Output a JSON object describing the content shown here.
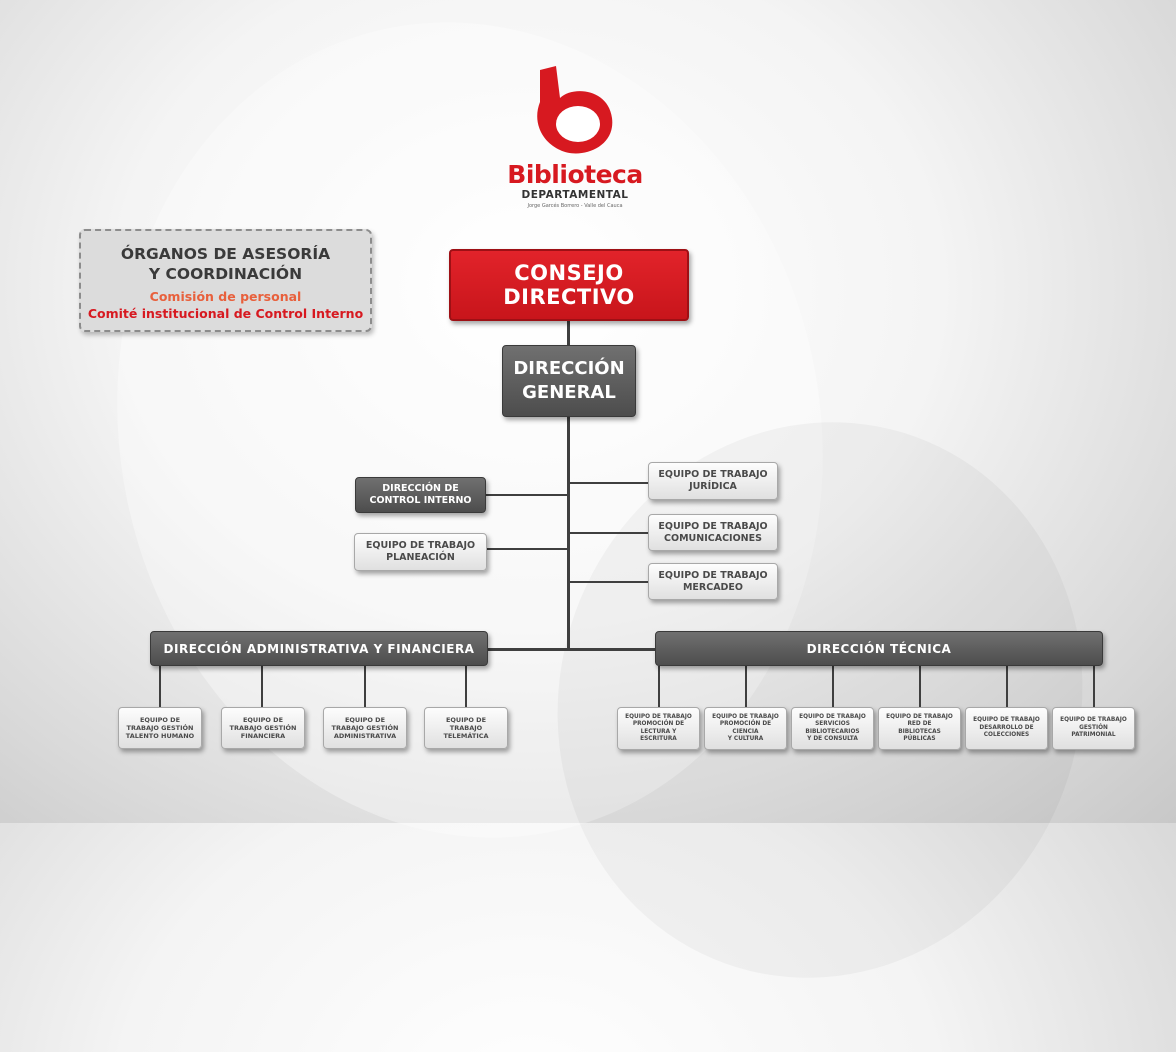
{
  "logo": {
    "name": "Biblioteca",
    "subtitle": "DEPARTAMENTAL",
    "tagline": "Jorge Garcés Borrero - Valle del Cauca"
  },
  "advisory": {
    "title_line1": "ÓRGANOS DE ASESORÍA",
    "title_line2": "Y COORDINACIÓN",
    "item1": "Comisión de personal",
    "item2": "Comité institucional de Control Interno"
  },
  "council": "CONSEJO DIRECTIVO",
  "general": "DIRECCIÓN\nGENERAL",
  "control_interno": "DIRECCIÓN DE\nCONTROL INTERNO",
  "planeacion": "EQUIPO DE TRABAJO\nPLANEACIÓN",
  "juridica": "EQUIPO DE TRABAJO\nJURÍDICA",
  "comunicaciones": "EQUIPO DE TRABAJO\nCOMUNICACIONES",
  "mercadeo": "EQUIPO DE TRABAJO\nMERCADEO",
  "admin": {
    "title": "DIRECCIÓN ADMINISTRATIVA Y FINANCIERA",
    "teams": [
      "EQUIPO DE\nTRABAJO GESTIÓN\nTALENTO HUMANO",
      "EQUIPO DE\nTRABAJO GESTIÓN\nFINANCIERA",
      "EQUIPO DE\nTRABAJO GESTIÓN\nADMINISTRATIVA",
      "EQUIPO DE\nTRABAJO\nTELEMÁTICA"
    ]
  },
  "tecnica": {
    "title": "DIRECCIÓN TÉCNICA",
    "teams": [
      "EQUIPO DE TRABAJO\nPROMOCIÓN DE\nLECTURA Y\nESCRITURA",
      "EQUIPO DE TRABAJO\nPROMOCIÓN DE\nCIENCIA\nY CULTURA",
      "EQUIPO DE TRABAJO\nSERVICIOS\nBIBLIOTECARIOS\nY DE CONSULTA",
      "EQUIPO DE TRABAJO\nRED DE\nBIBLIOTECAS\nPÚBLICAS",
      "EQUIPO DE TRABAJO\nDESARROLLO DE\nCOLECCIONES",
      "EQUIPO DE TRABAJO\nGESTIÓN\nPATRIMONIAL"
    ]
  },
  "colors": {
    "brand_red": "#d71920",
    "dark_box": "#5a5a5a",
    "light_box": "#eeeeee",
    "advisory_orange": "#e8603c"
  }
}
